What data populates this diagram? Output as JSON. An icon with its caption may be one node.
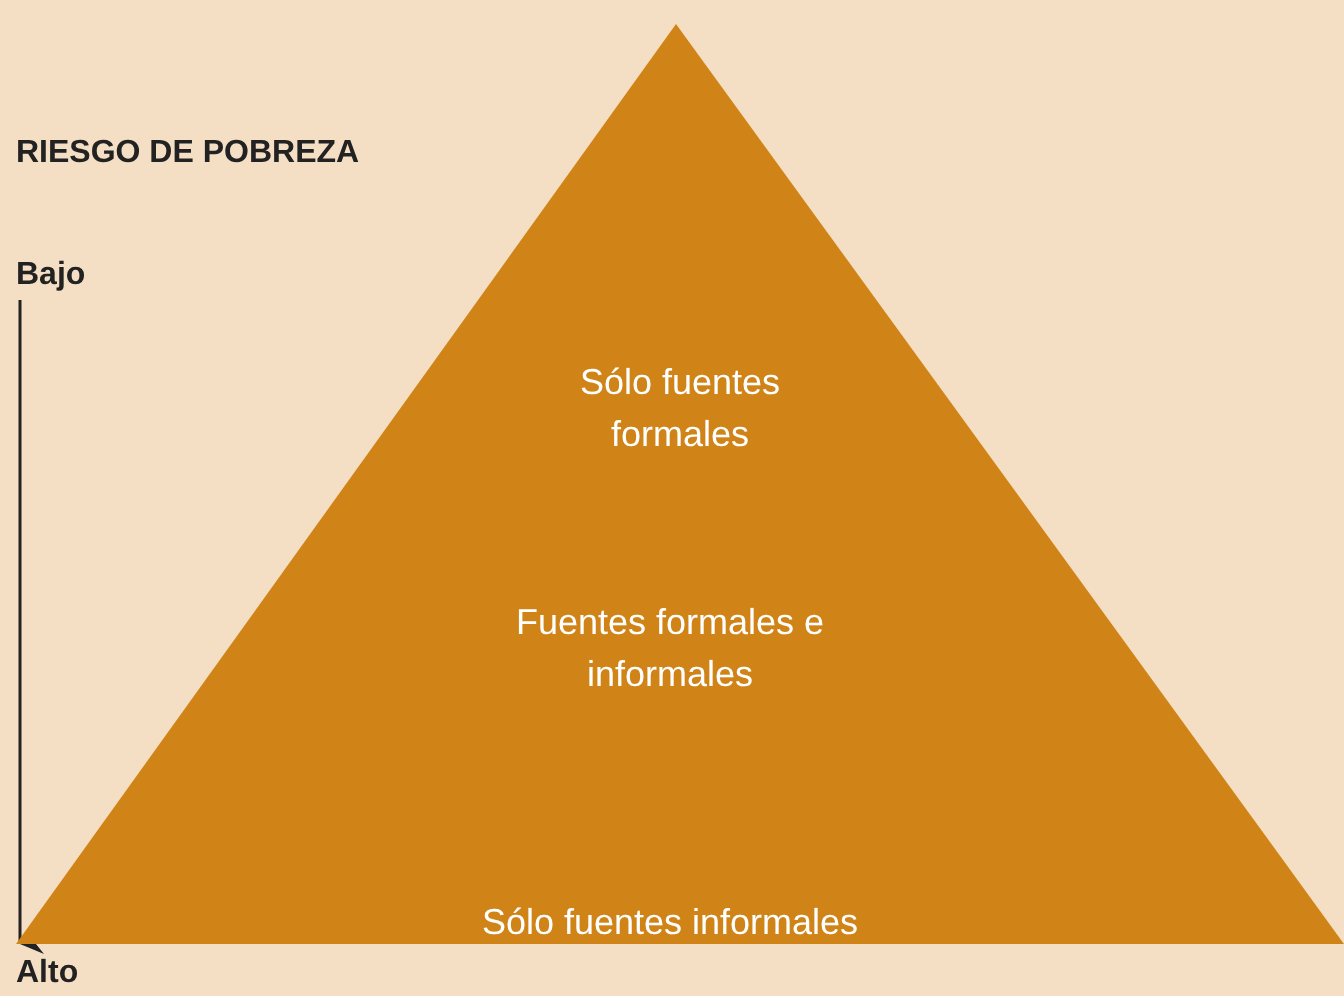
{
  "diagram": {
    "nodes": [
      {
        "text": [
          "Sólo fuentes formales",
          "Fuentes formales e informales",
          "Sólo fuentes informales"
        ]
      }
    ],
    "labels": [
      "RIESGO DE POBREZA",
      "Bajo",
      "Alto"
    ]
  }
}
